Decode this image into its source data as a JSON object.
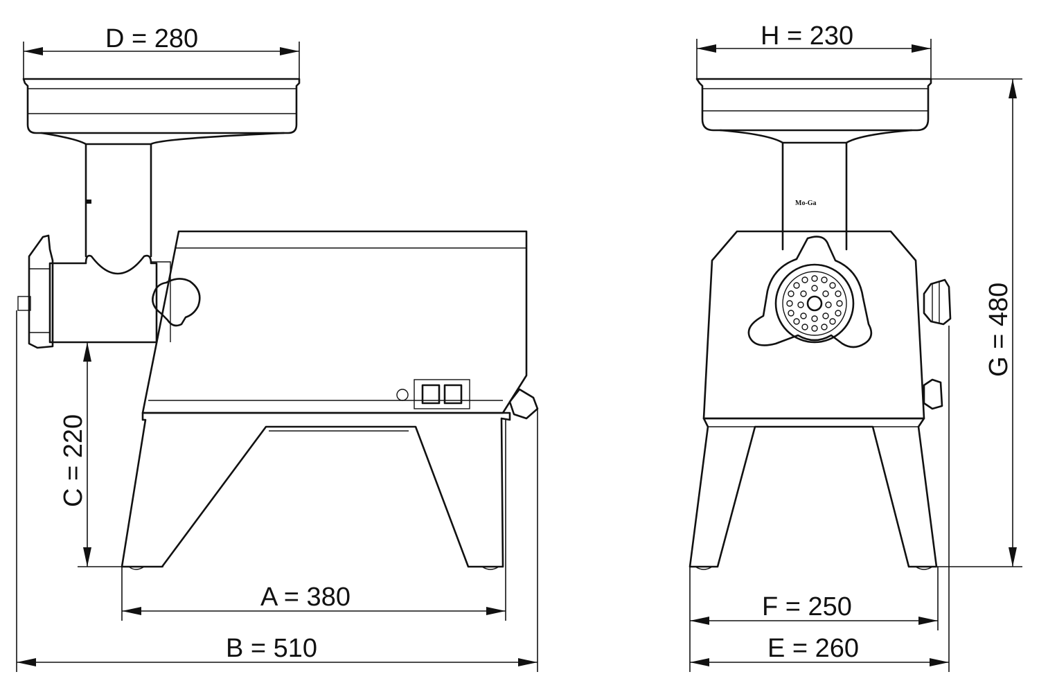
{
  "dimensions": {
    "A": {
      "letter": "A",
      "value": 380,
      "text": "A =  380"
    },
    "B": {
      "letter": "B",
      "value": 510,
      "text": "B =  510"
    },
    "C": {
      "letter": "C",
      "value": 220,
      "text": "C =  220"
    },
    "D": {
      "letter": "D",
      "value": 280,
      "text": "D = 280"
    },
    "E": {
      "letter": "E",
      "value": 260,
      "text": "E =  260"
    },
    "F": {
      "letter": "F",
      "value": 250,
      "text": "F =  250"
    },
    "G": {
      "letter": "G",
      "value": 480,
      "text": "G =  480"
    },
    "H": {
      "letter": "H",
      "value": 230,
      "text": "H =  230"
    }
  },
  "brand_mark": "Mo-Ga"
}
